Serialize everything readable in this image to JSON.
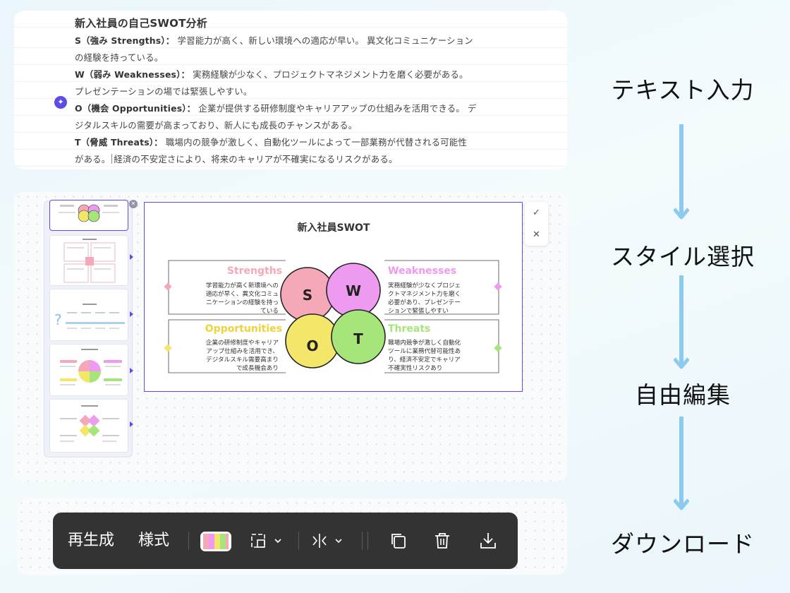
{
  "text_panel": {
    "title": "新入社員の自己SWOT分析",
    "lines": [
      {
        "label": "S（強み Strengths）：",
        "text": " 学習能力が高く、新しい環境への適応が早い。 異文化コミュニケーション"
      },
      {
        "label": "",
        "text": "の経験を持っている。"
      },
      {
        "label": "W（弱み Weaknesses）：",
        "text": " 実務経験が少なく、プロジェクトマネジメント力を磨く必要がある。"
      },
      {
        "label": "",
        "text": "プレゼンテーションの場では緊張しやすい。"
      },
      {
        "label": "O（機会 Opportunities）：",
        "text": " 企業が提供する研修制度やキャリアアップの仕組みを活用できる。 デ"
      },
      {
        "label": "",
        "text": "ジタルスキルの需要が高まっており、新人にも成長のチャンスがある。"
      },
      {
        "label": "T（脅威 Threats）：",
        "text": " 職場内の競争が激しく、自動化ツールによって一部業務が代替される可能性"
      },
      {
        "label": "",
        "text": "がある。",
        "text2": "経済の不安定さにより、将来のキャリアが不確実になるリスクがある。"
      }
    ]
  },
  "steps": [
    "テキスト入力",
    "スタイル選択",
    "自由編集",
    "ダウンロード"
  ],
  "swot": {
    "title": "新入社員SWOT",
    "strengths": {
      "heading": "Strengths",
      "letter": "S",
      "text": [
        "学習能力が高く新環境への",
        "適応が早く、異文化コミュ",
        "ニケーションの経験を持っ",
        "ている"
      ]
    },
    "weaknesses": {
      "heading": "Weaknesses",
      "letter": "W",
      "text": [
        "実務経験が少なくプロジェ",
        "クトマネジメント力を磨く",
        "必要があり、プレゼンテー",
        "ションで緊張しやすい"
      ]
    },
    "opportunities": {
      "heading": "Opportunities",
      "letter": "O",
      "text": [
        "企業の研修制度やキャリア",
        "アップ仕組みを活用でき、",
        "デジタルスキル需要高まり",
        "で成長機会あり"
      ]
    },
    "threats": {
      "heading": "Threats",
      "letter": "T",
      "text": [
        "職場内競争が激しく自動化",
        "ツールに業務代替可能性あ",
        "り、経済不安定でキャリア",
        "不確実性リスクあり"
      ]
    }
  },
  "colors": {
    "accent": "#5b4de6",
    "strengths": "#f5a9b8",
    "weaknesses": "#ee9af0",
    "opportunities": "#f4e66a",
    "threats": "#a6e57a",
    "arrow": "#8ccaf0",
    "toolbar_bg": "#333333"
  },
  "toolbar": {
    "regenerate_label": "再生成",
    "style_label": "様式",
    "icons": [
      "palette-swatch",
      "layout-icon",
      "spacing-icon",
      "copy-icon",
      "trash-icon",
      "download-icon"
    ]
  },
  "confirm": {
    "check_icon": "check-icon",
    "close_icon": "close-icon"
  }
}
